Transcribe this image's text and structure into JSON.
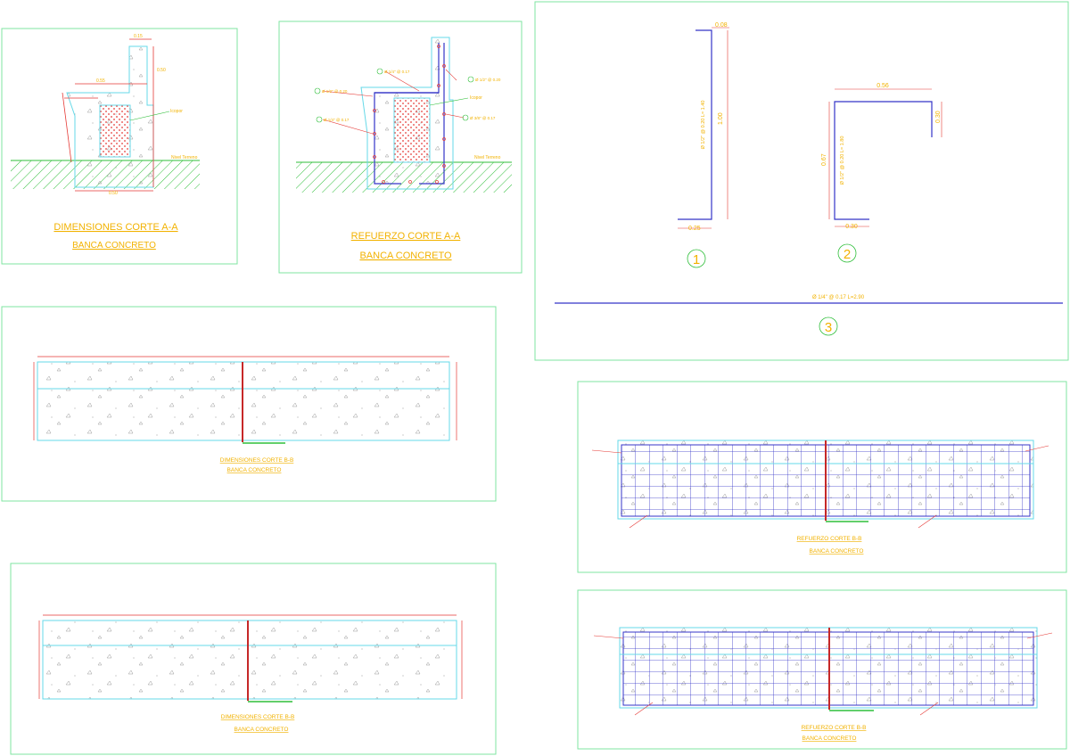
{
  "colors": {
    "frame": "#7fe6a0",
    "concrete": "#66d9e8",
    "dimension": "#e53935",
    "rebar": "#3434c8",
    "text": "#f2b200",
    "hatch": "#2fbf3a",
    "styrofoam": "#e53935"
  },
  "panel_a": {
    "title": "DIMENSIONES CORTE A-A",
    "subtitle": "BANCA CONCRETO",
    "label_icopor": "Icopor",
    "label_ground": "Nivel Terreno"
  },
  "panel_b": {
    "title": "REFUERZO CORTE A-A",
    "subtitle": "BANCA CONCRETO",
    "label_icopor": "Icopor",
    "label_ground": "Nivel Terreno",
    "callouts": [
      "Ø 1/4\" @ 0.17",
      "Ø 1/2\" @ 0.20",
      "Ø 1/2\" @ 0.20",
      "Ø 1/4\" @ 0.17",
      "Ø 3/8\" @ 0.17"
    ]
  },
  "rebar_details": {
    "bar1": {
      "marker": "1",
      "top": "0.08",
      "bottom": "0.25",
      "height": "1.00",
      "spec": "Ø 1/2\" @ 0.20 L= 1.40"
    },
    "bar2": {
      "marker": "2",
      "top": "0.56",
      "right": "0.30",
      "bottom": "0.30",
      "height": "0.67",
      "spec": "Ø 1/2\" @ 0.20 L= 1.80"
    },
    "bar3": {
      "marker": "3",
      "spec": "Ø 1/4\" @ 0.17 L=2.90"
    }
  },
  "panel_c": {
    "title": "DIMENSIONES CORTE B-B",
    "subtitle": "BANCA CONCRETO"
  },
  "panel_d": {
    "title": "REFUERZO CORTE B-B",
    "subtitle": "BANCA CONCRETO"
  },
  "panel_e": {
    "title": "DIMENSIONES CORTE B-B",
    "subtitle": "BANCA CONCRETO"
  },
  "panel_f": {
    "title": "REFUERZO CORTE B-B",
    "subtitle": "BANCA CONCRETO"
  }
}
